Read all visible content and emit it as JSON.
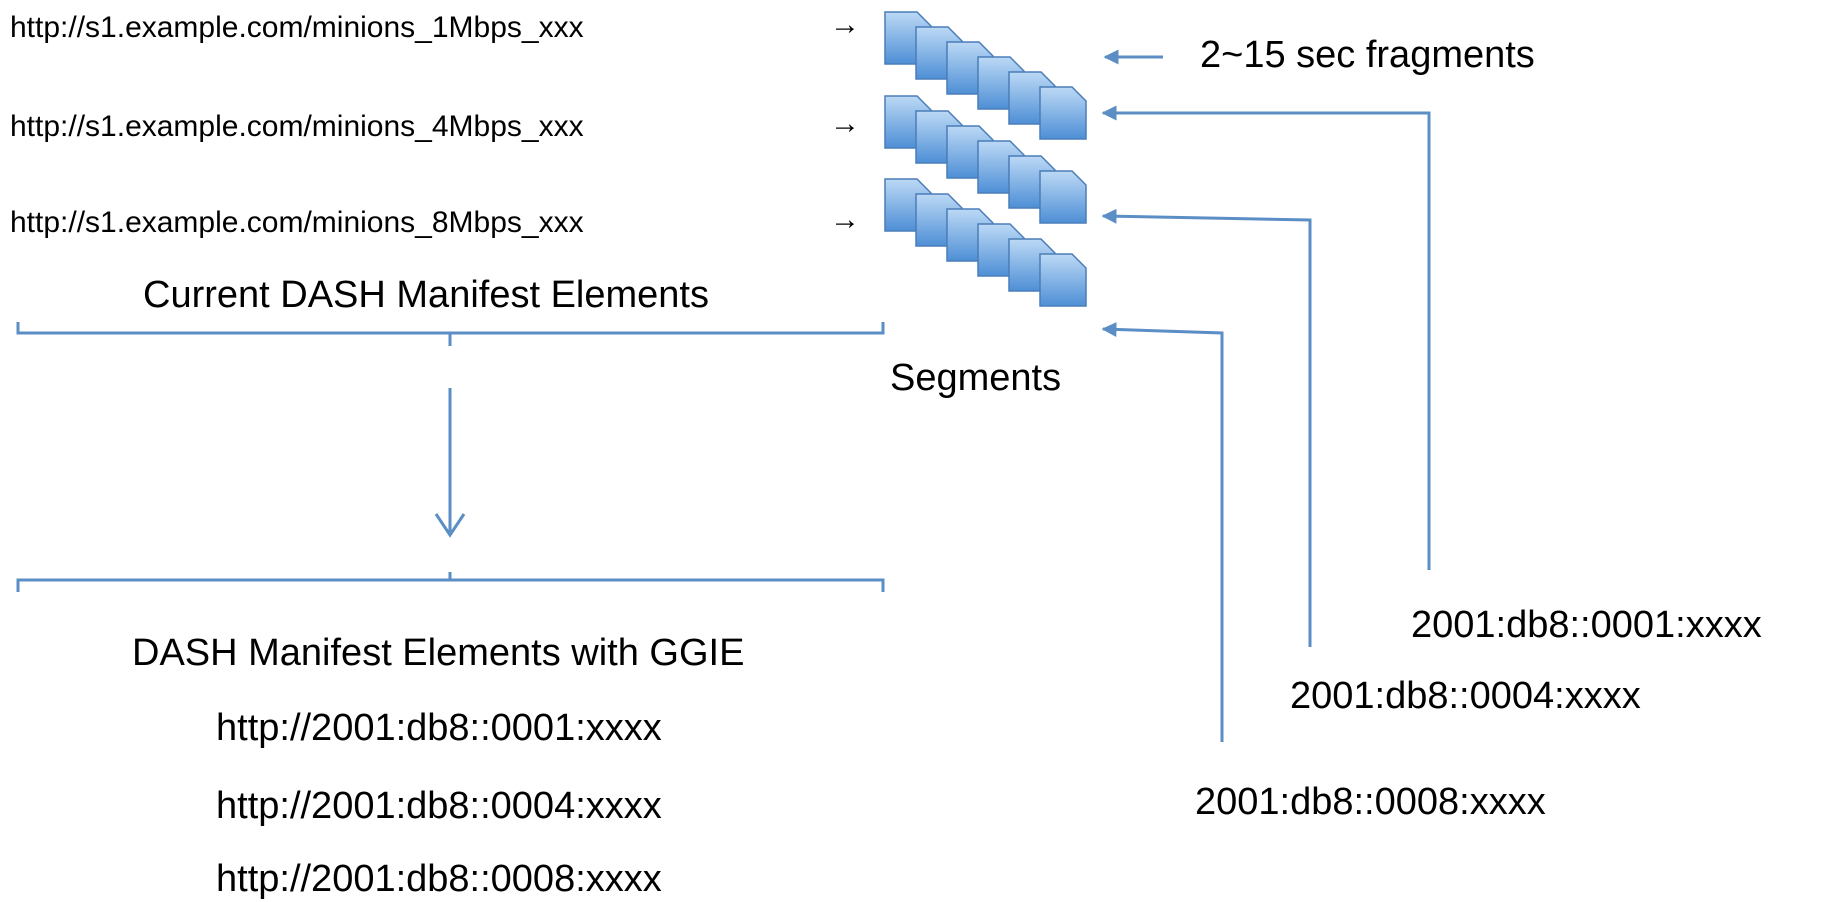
{
  "source_urls": [
    "http://s1.example.com/minions_1Mbps_xxx",
    "http://s1.example.com/minions_4Mbps_xxx",
    "http://s1.example.com/minions_8Mbps_xxx"
  ],
  "arrow_glyph": "→",
  "labels": {
    "current_manifest": "Current DASH Manifest Elements",
    "segments": "Segments",
    "fragments": "2~15 sec fragments",
    "ggie_manifest": "DASH Manifest Elements with GGIE"
  },
  "ggie_urls": [
    "http://2001:db8::0001:xxxx",
    "http://2001:db8::0004:xxxx",
    "http://2001:db8::0008:xxxx"
  ],
  "addresses": [
    "2001:db8::0001:xxxx",
    "2001:db8::0004:xxxx",
    "2001:db8::0008:xxxx"
  ],
  "colors": {
    "connector": "#5b8ec5",
    "segment_fill_top": "#bcd9f5",
    "segment_fill_bottom": "#4e8fd6",
    "segment_stroke": "#4a7db8"
  }
}
